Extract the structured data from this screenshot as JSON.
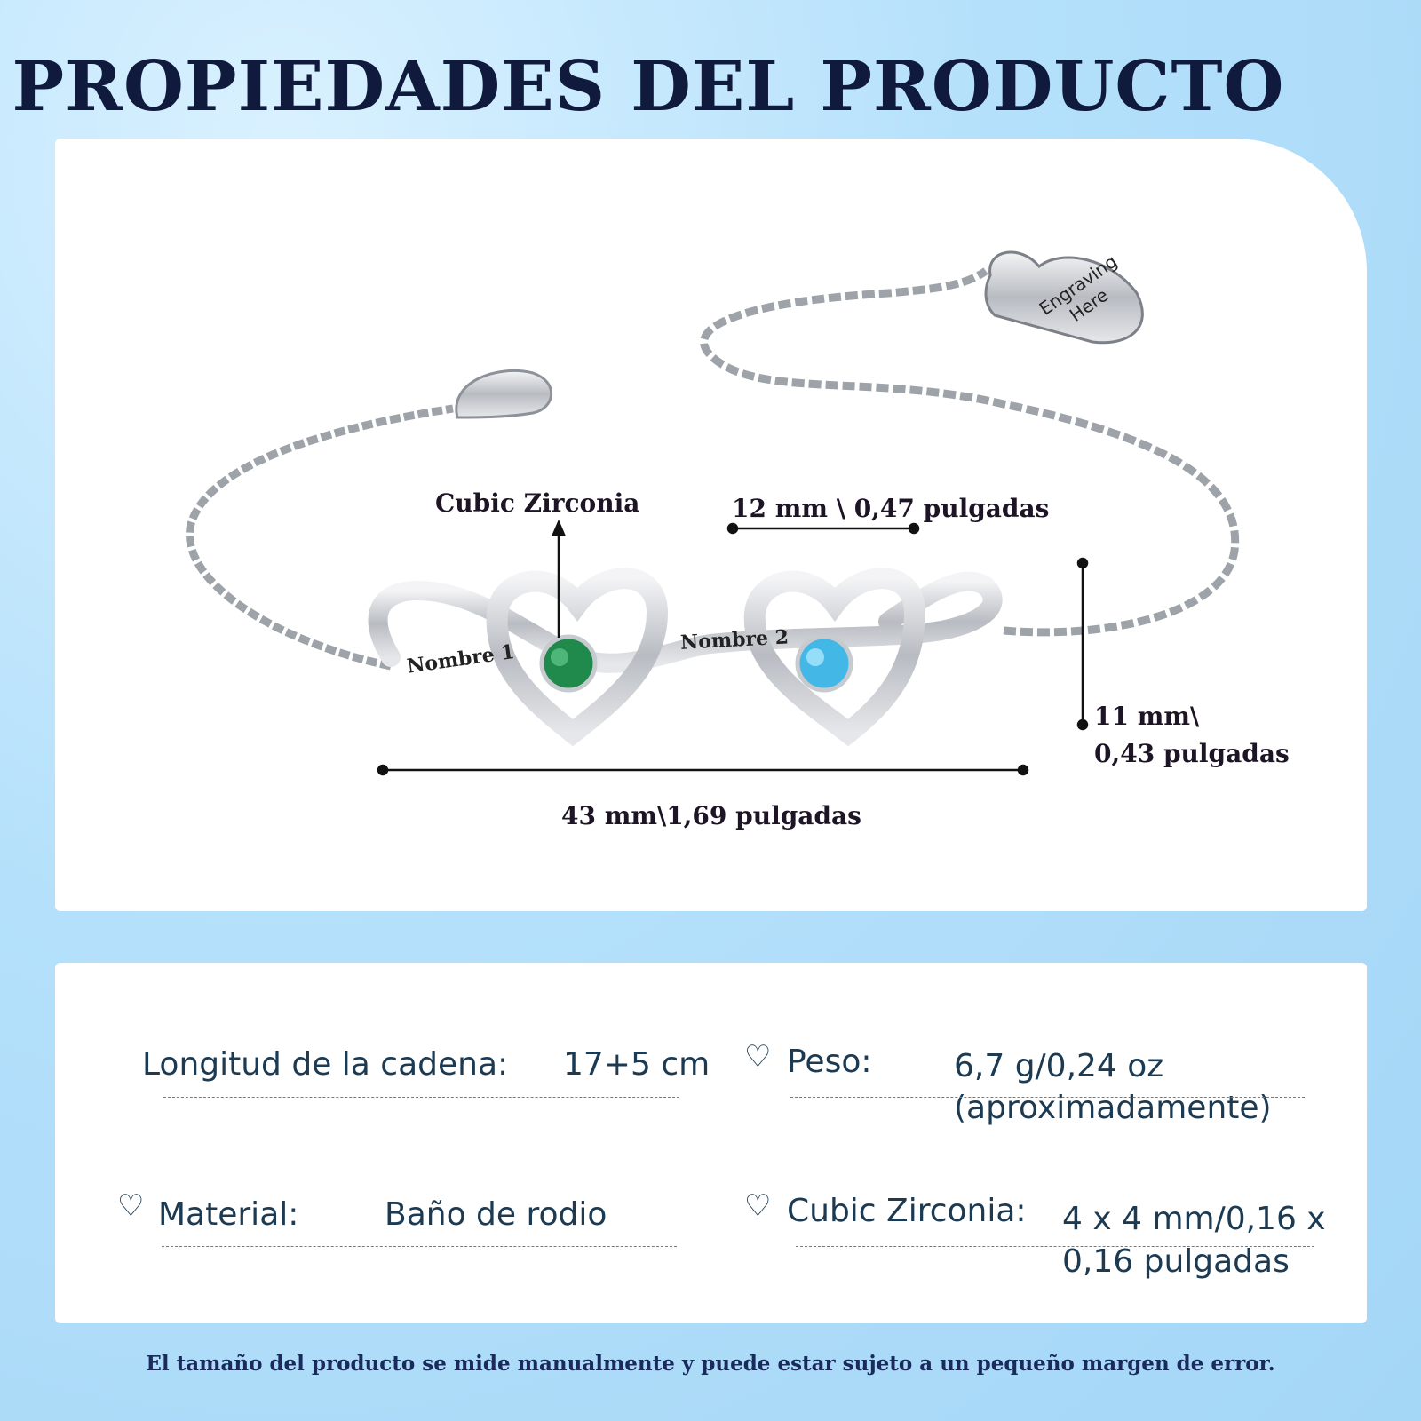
{
  "title": "PROPIEDADES DEL PRODUCTO",
  "diagram": {
    "stone_label": "Cubic Zirconia",
    "spacing_label": "12 mm \\ 0,47 pulgadas",
    "height_label_1": "11 mm\\",
    "height_label_2": "0,43 pulgadas",
    "width_label": "43 mm\\1,69 pulgadas",
    "engraving_1": "Nombre 1",
    "engraving_2": "Nombre 2",
    "charm_text_1": "Engraving",
    "charm_text_2": "Here",
    "stone_colors": [
      "#1f8a4c",
      "#43b8e6"
    ]
  },
  "specs": {
    "chain_length": {
      "label": "Longitud de la cadena:",
      "value": "17+5 cm"
    },
    "weight": {
      "label": "Peso:",
      "value_1": "6,7 g/0,24 oz",
      "value_2": "(aproximadamente)"
    },
    "material": {
      "label": "Material:",
      "value": "Baño de rodio"
    },
    "stone": {
      "label": "Cubic Zirconia:",
      "value_1": "4 x 4 mm/0,16 x",
      "value_2": "0,16 pulgadas"
    },
    "icon": "heart-outline-icon"
  },
  "footer": "El tamaño del producto se mide manualmente y puede estar sujeto a un pequeño margen de error."
}
